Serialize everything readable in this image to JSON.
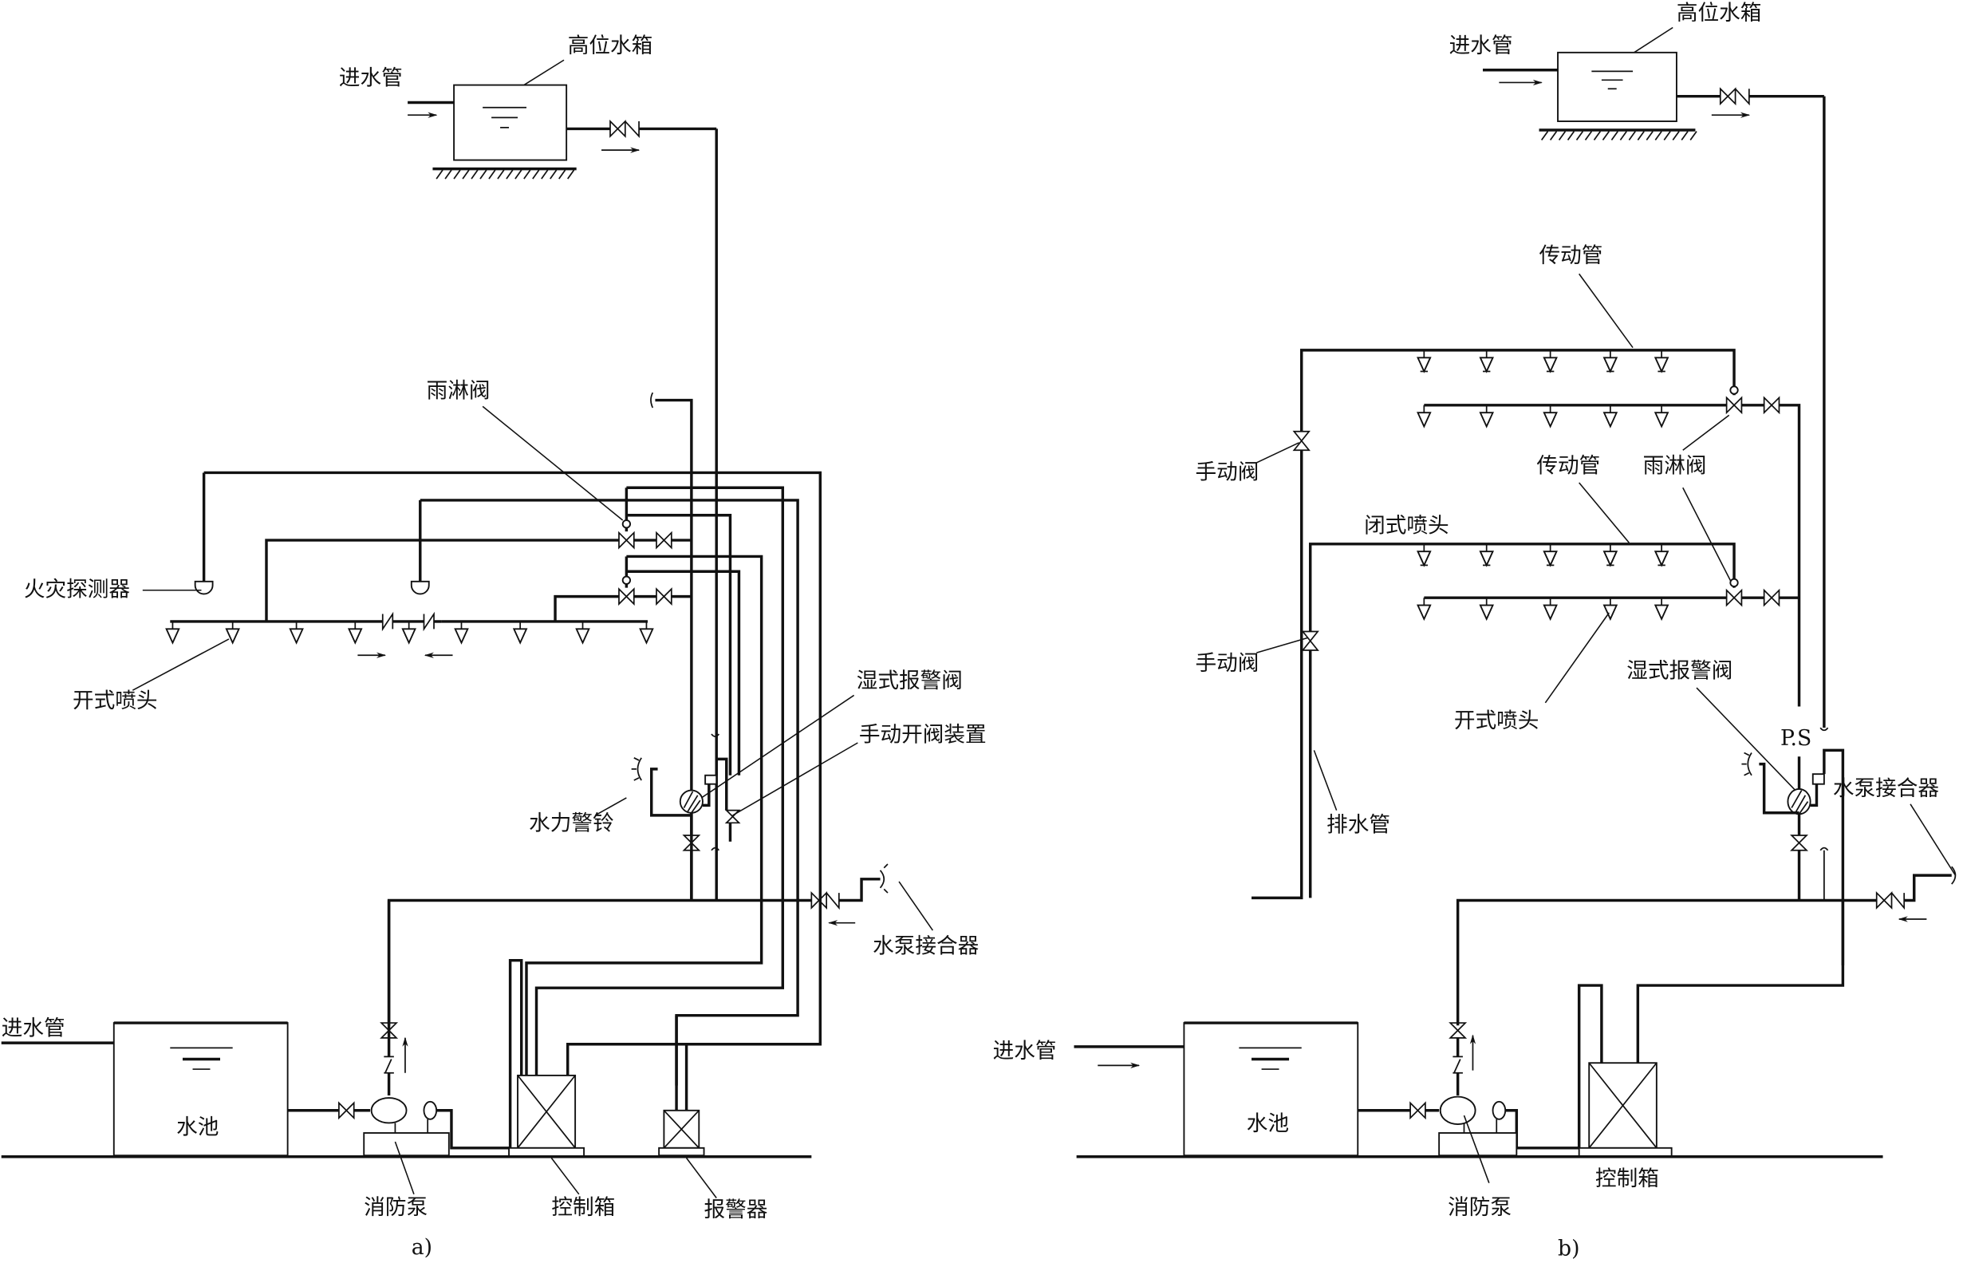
{
  "figure": {
    "panels": [
      {
        "id": "a",
        "caption": "a)",
        "labels": {
          "high_tank": "高位水箱",
          "inlet_top": "进水管",
          "deluge_valve": "雨淋阀",
          "fire_detector": "火灾探测器",
          "open_sprinkler": "开式喷头",
          "wet_alarm_valve": "湿式报警阀",
          "manual_opener": "手动开阀装置",
          "water_gong": "水力警铃",
          "pump_connector": "水泵接合器",
          "inlet_bottom": "进水管",
          "pool": "水池",
          "fire_pump": "消防泵",
          "control_box": "控制箱",
          "alarm": "报警器"
        },
        "open_sprinkler_count": 9,
        "fire_detector_count": 2,
        "deluge_valve_count": 2
      },
      {
        "id": "b",
        "caption": "b)",
        "labels": {
          "high_tank": "高位水箱",
          "inlet_top": "进水管",
          "transmission_pipe_1": "传动管",
          "transmission_pipe_2": "传动管",
          "deluge_valve": "雨淋阀",
          "manual_valve_1": "手动阀",
          "manual_valve_2": "手动阀",
          "closed_sprinkler": "闭式喷头",
          "open_sprinkler": "开式喷头",
          "wet_alarm_valve": "湿式报警阀",
          "pressure_switch": "P.S",
          "pump_connector": "水泵接合器",
          "drain_pipe": "排水管",
          "inlet_bottom": "进水管",
          "pool": "水池",
          "fire_pump": "消防泵",
          "control_box": "控制箱"
        },
        "sprinkler_rows": 4,
        "sprinklers_per_row": 5
      }
    ]
  }
}
